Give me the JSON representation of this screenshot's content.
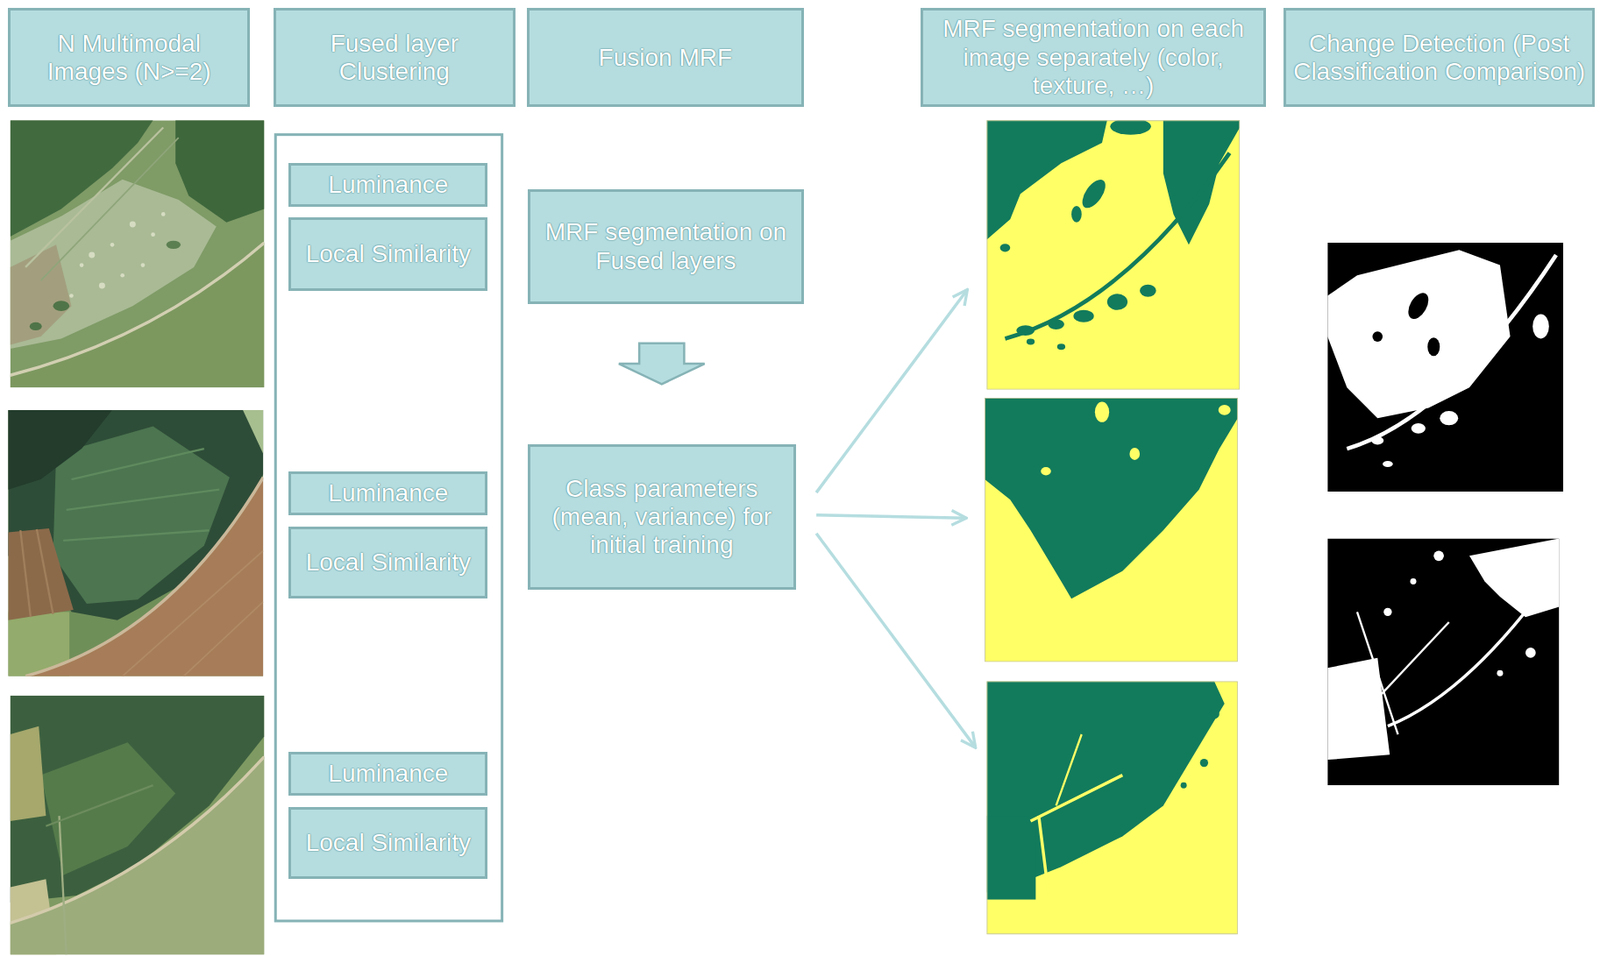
{
  "diagram": {
    "nodes": [
      {
        "text": [
          "N Multimodal Images (N>=2)"
        ]
      },
      {
        "text": [
          "Fused layer Clustering"
        ]
      },
      {
        "text": [
          "Fusion MRF"
        ]
      },
      {
        "text": [
          "MRF segmentation on each image separately (color, texture, …)"
        ]
      },
      {
        "text": [
          "Change Detection (Post Classification Comparison)"
        ]
      },
      {
        "text": [
          "Luminance"
        ]
      },
      {
        "text": [
          "Local Similarity"
        ]
      },
      {
        "text": [
          "Luminance"
        ]
      },
      {
        "text": [
          "Local Similarity"
        ]
      },
      {
        "text": [
          "Luminance"
        ]
      },
      {
        "text": [
          "Local Similarity"
        ]
      },
      {
        "text": [
          "MRF segmentation on Fused layers"
        ]
      },
      {
        "text": [
          "Class parameters (mean, variance) for initial training"
        ]
      }
    ],
    "edges": [
      {
        "from": 11,
        "to": 12,
        "arrow": "to"
      }
    ]
  }
}
